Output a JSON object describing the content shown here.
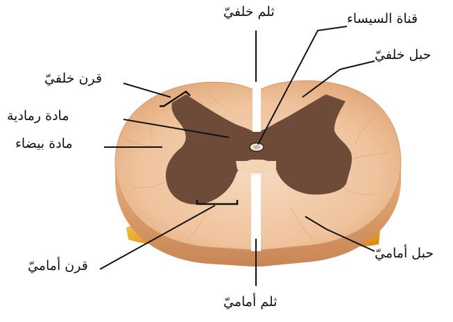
{
  "diagram": {
    "labels": {
      "posterior_fissure": "ثلم خلفيّ",
      "central_canal": "قناة السيساء",
      "posterior_column": "حبل خلفيّ",
      "posterior_horn": "قرن خلفيّ",
      "gray_matter": "مادة رمادية",
      "white_matter": "مادة بيضاء",
      "anterior_column": "حبل أماميّ",
      "anterior_horn": "قرن أماميّ",
      "anterior_fissure": "ثلم أماميّ"
    },
    "colors": {
      "white_matter": "#f2c9a4",
      "white_matter_dark": "#e0a878",
      "gray_matter": "#6e4a38",
      "side_wall": "#dba06e",
      "nerve_root": "#f0a020",
      "leader_line": "#111111"
    }
  }
}
